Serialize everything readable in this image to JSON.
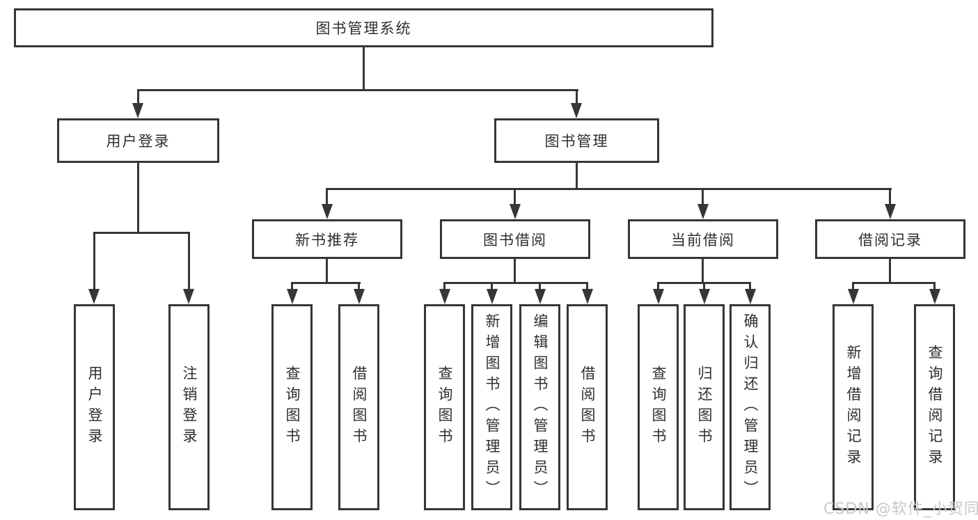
{
  "diagram_title": "图书管理系统",
  "tree": {
    "label": "图书管理系统",
    "children": [
      {
        "label": "用户登录",
        "children": [
          {
            "label": "用户登录"
          },
          {
            "label": "注销登录"
          }
        ]
      },
      {
        "label": "图书管理",
        "children": [
          {
            "label": "新书推荐",
            "children": [
              {
                "label": "查询图书"
              },
              {
                "label": "借阅图书"
              }
            ]
          },
          {
            "label": "图书借阅",
            "children": [
              {
                "label": "查询图书"
              },
              {
                "label": "新增图书（管理员）"
              },
              {
                "label": "编辑图书（管理员）"
              },
              {
                "label": "借阅图书"
              }
            ]
          },
          {
            "label": "当前借阅",
            "children": [
              {
                "label": "查询图书"
              },
              {
                "label": "归还图书"
              },
              {
                "label": "确认归还（管理员）"
              }
            ]
          },
          {
            "label": "借阅记录",
            "children": [
              {
                "label": "新增借阅记录"
              },
              {
                "label": "查询借阅记录"
              }
            ]
          }
        ]
      }
    ]
  },
  "watermark": {
    "text": "CSDN @软件_小贺同学"
  },
  "colors": {
    "line": "#363636",
    "text": "#2f2f2f",
    "background": "#ffffff",
    "watermark": "#c8c8c8"
  }
}
